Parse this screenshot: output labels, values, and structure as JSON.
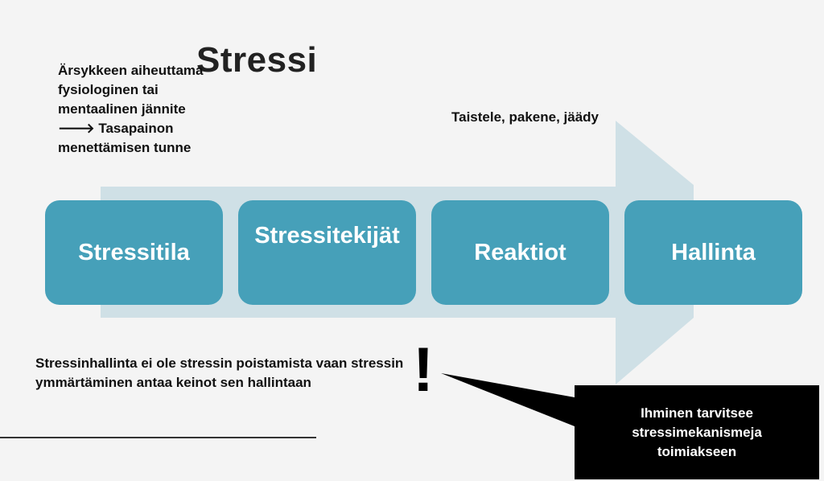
{
  "title": "Stressi",
  "definition": "Ärsykkeen aiheuttama fysiologinen tai mentaalinen jännite",
  "definition_result": "Tasapainon menettämisen tunne",
  "reaction_note": "Taistele, pakene, jäädy",
  "steps": [
    {
      "label": "Stressitila"
    },
    {
      "label": "Stressitekijät"
    },
    {
      "label": "Reaktiot"
    },
    {
      "label": "Hallinta"
    }
  ],
  "statement": "Stressinhallinta ei ole stressin poistamista vaan stressin ymmärtäminen antaa keinot sen hallintaan",
  "exclamation": "!",
  "callout": "Ihminen tarvitsee stressimekanismeja toimiakseen",
  "icons": {
    "arrow": "arrow-right-icon",
    "process_arrow": "process-arrow"
  },
  "colors": {
    "step_fill": "#46a0b9",
    "arrow_fill": "#cfe0e6",
    "callout_fill": "#000000"
  }
}
